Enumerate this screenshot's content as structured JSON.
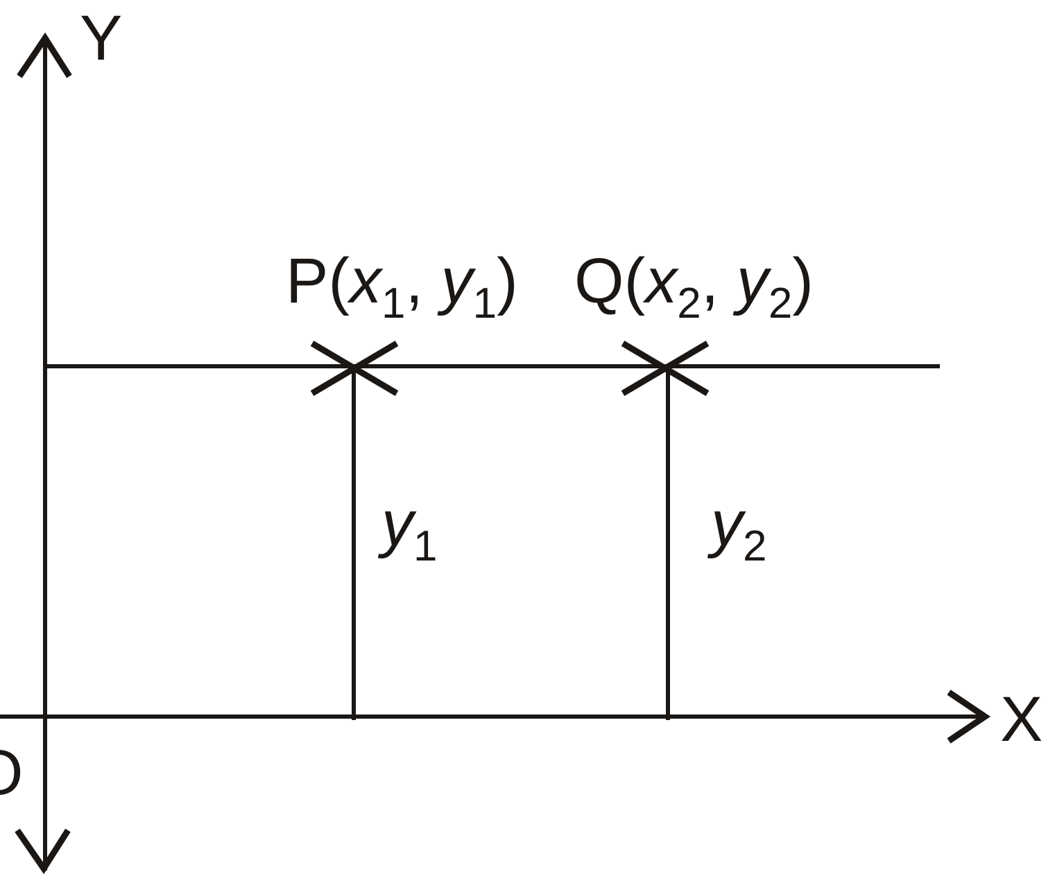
{
  "axes": {
    "y_label": "Y",
    "x_label": "X",
    "origin_label": "O"
  },
  "points": [
    {
      "name": "P",
      "x_sym": "x",
      "x_sub": "1",
      "y_sym": "y",
      "y_sub": "1"
    },
    {
      "name": "Q",
      "x_sym": "x",
      "x_sub": "2",
      "y_sym": "y",
      "y_sub": "2"
    }
  ],
  "ordinates": [
    {
      "sym": "y",
      "sub": "1"
    },
    {
      "sym": "y",
      "sub": "2"
    }
  ],
  "colors": {
    "ink": "#1a1715",
    "background": "#ffffff"
  }
}
